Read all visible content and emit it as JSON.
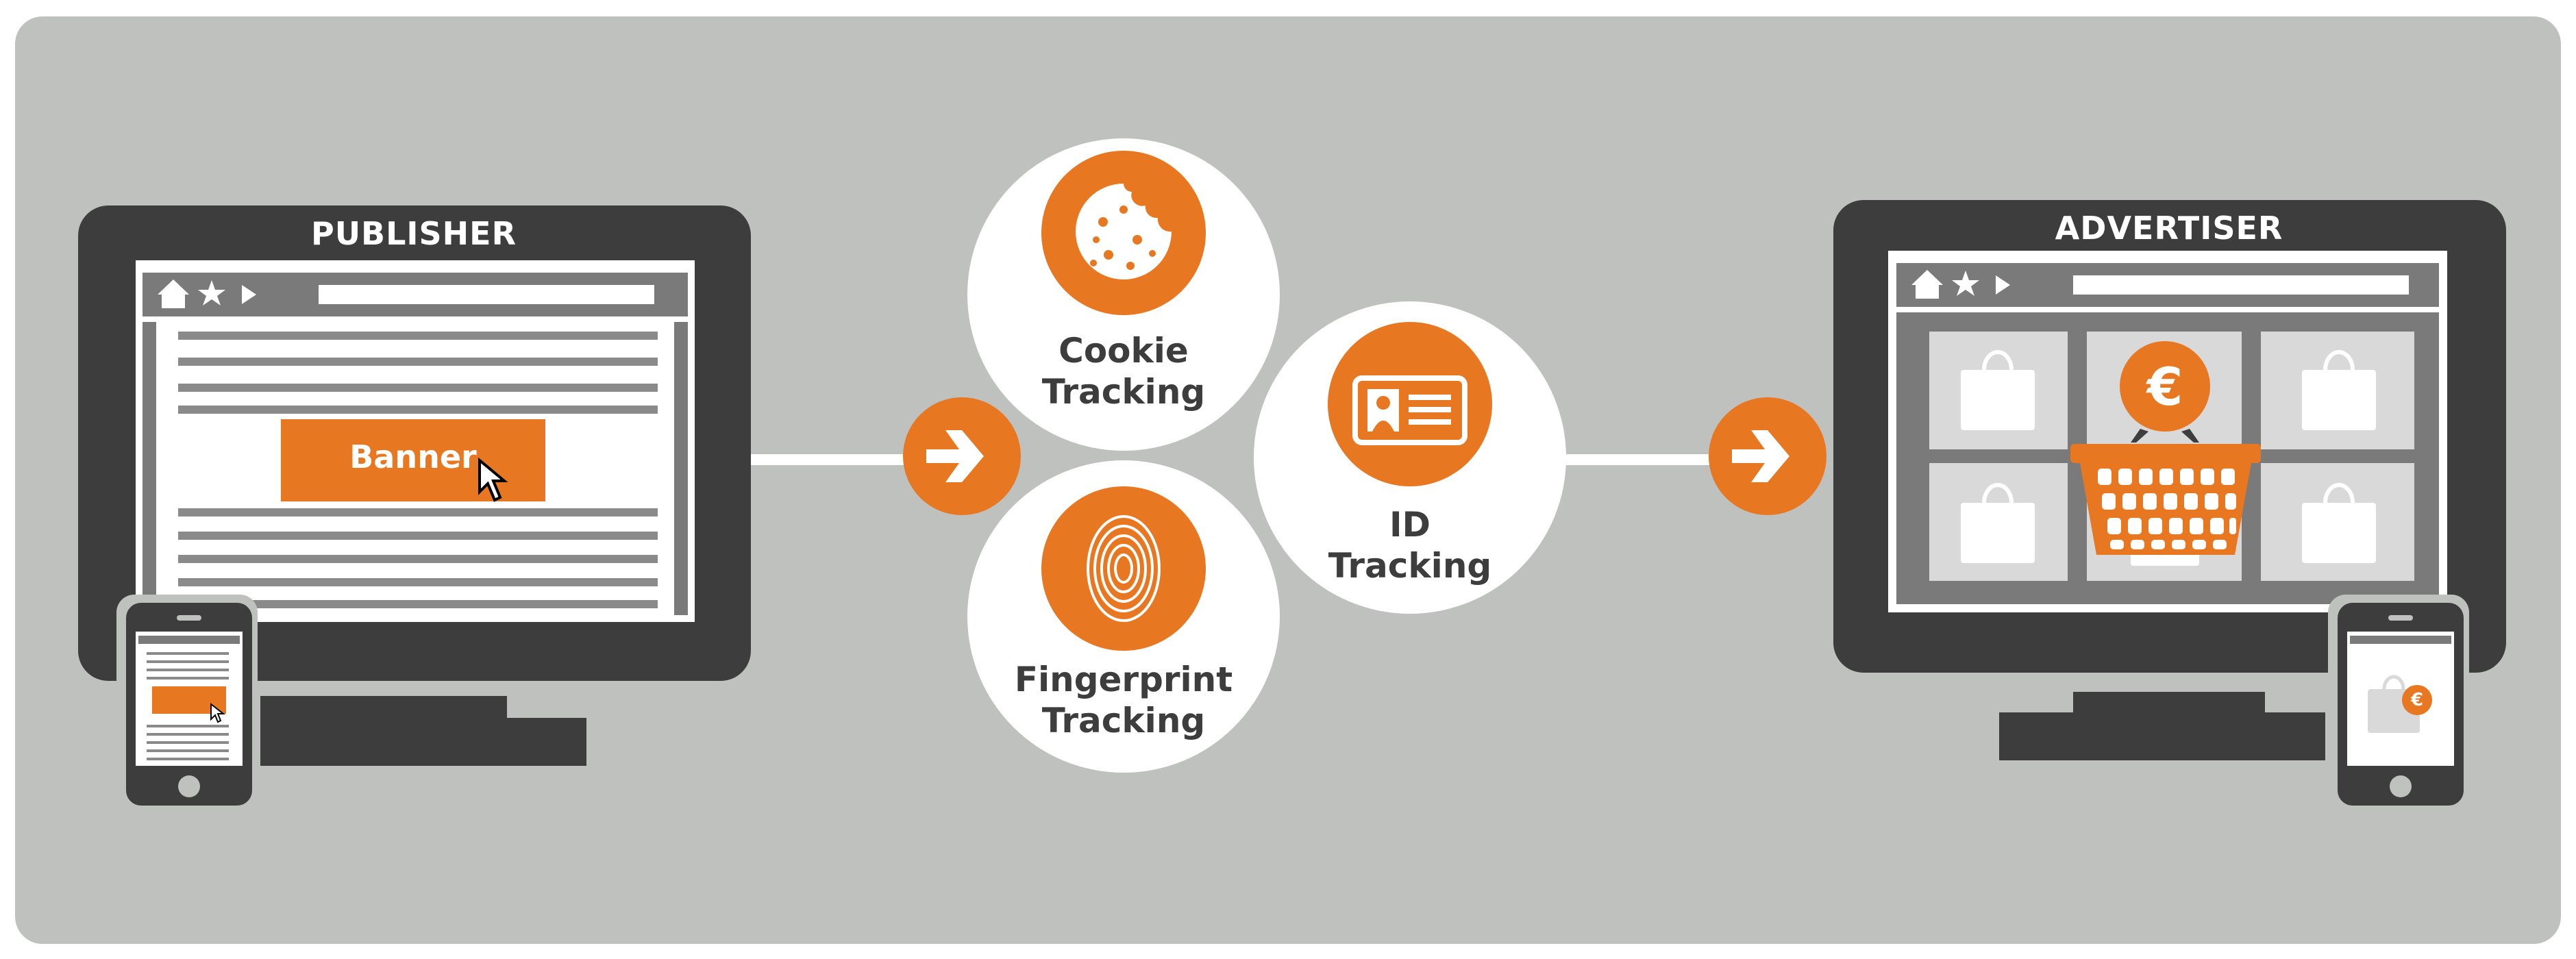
{
  "publisher": {
    "title": "PUBLISHER",
    "banner_label": "Banner"
  },
  "advertiser": {
    "title": "ADVERTISER",
    "currency_symbol": "€"
  },
  "tracking": {
    "cookie": {
      "line1": "Cookie",
      "line2": "Tracking",
      "icon": "cookie-icon"
    },
    "fingerprint": {
      "line1": "Fingerprint",
      "line2": "Tracking",
      "icon": "fingerprint-icon"
    },
    "id": {
      "line1": "ID",
      "line2": "Tracking",
      "icon": "id-card-icon"
    }
  },
  "colors": {
    "accent": "#e87722",
    "dark": "#3d3d3d",
    "background": "#bfc1bf"
  }
}
